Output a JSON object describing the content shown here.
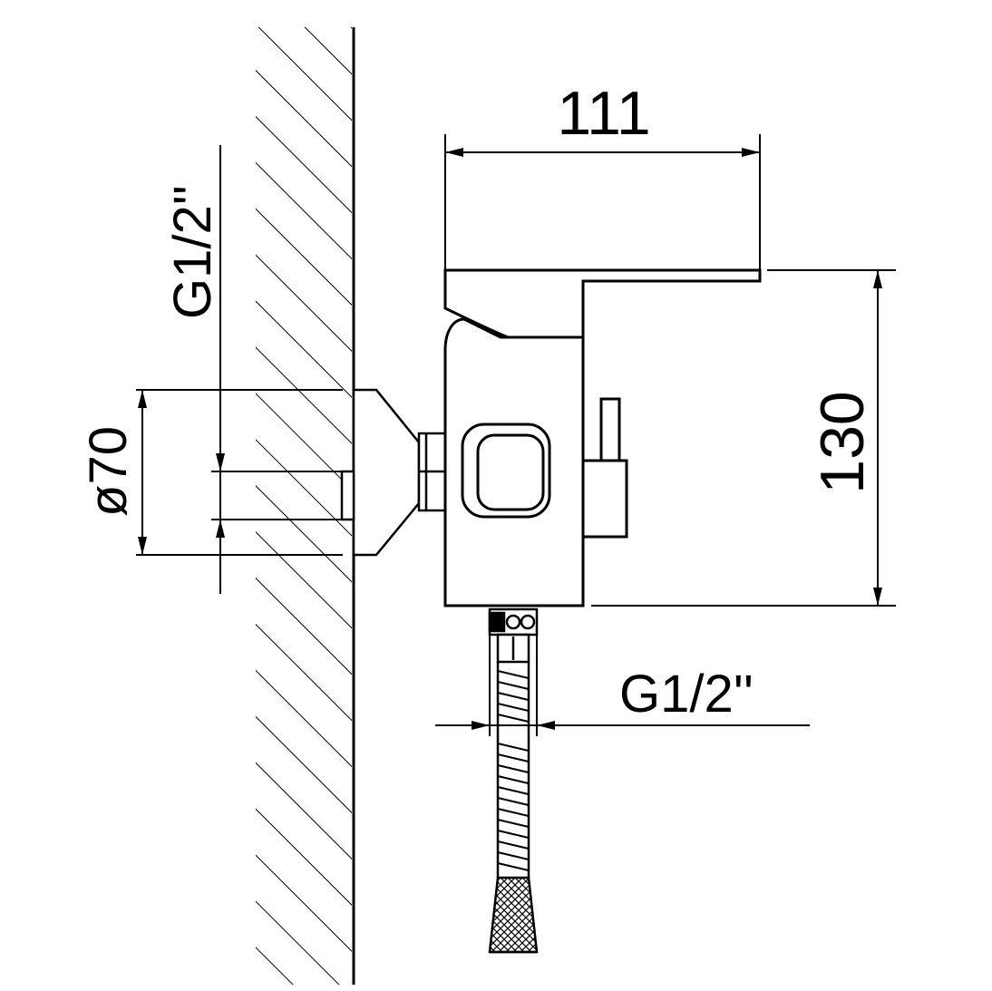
{
  "dimensions": {
    "width_label": "111",
    "height_label": "130",
    "flange_diameter_label": "ø70",
    "wall_thread_label": "G1/2''",
    "hose_thread_label": "G1/2''"
  },
  "colors": {
    "line": "#000000",
    "background": "#ffffff"
  }
}
